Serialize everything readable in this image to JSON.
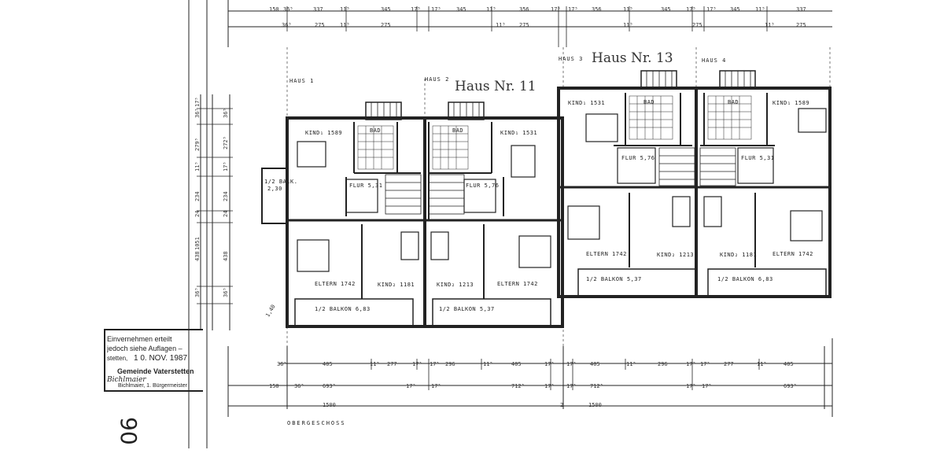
{
  "haus_labels": {
    "haus1": "HAUS 1",
    "haus2": "HAUS 2",
    "haus3": "HAUS 3",
    "haus4": "HAUS 4",
    "haus_nr_11": "Haus Nr. 11",
    "haus_nr_13": "Haus Nr. 13"
  },
  "floor_label": "OBERGESCHOSS",
  "top_dims_row1": [
    "150",
    "36⁵",
    "337",
    "11⁵",
    "345",
    "17⁵",
    "17⁵",
    "345",
    "11⁵",
    "356",
    "17⁵",
    "17⁵",
    "356",
    "11⁵",
    "345",
    "17⁵",
    "17⁵",
    "345",
    "11⁵",
    "337"
  ],
  "top_dims_row2": [
    "36⁵",
    "275",
    "11⁵",
    "275",
    "11⁵",
    "275",
    "11⁵",
    "275",
    "11⁵",
    "275"
  ],
  "bottom_dims_row1": [
    "36⁵",
    "405",
    "11⁵",
    "277",
    "17⁵",
    "17⁵",
    "296",
    "11⁵",
    "405",
    "17⁵",
    "17⁵",
    "405",
    "11⁵",
    "296",
    "17⁵",
    "17⁵",
    "277",
    "11⁵",
    "405"
  ],
  "bottom_dims_row2": [
    "150",
    "36⁵",
    "693⁵",
    "17⁵",
    "17⁵",
    "712⁵",
    "17⁵",
    "17⁵",
    "712⁵",
    "17⁵",
    "17⁵",
    "693⁵"
  ],
  "bottom_dims_row3": [
    "1500",
    "2",
    "1500"
  ],
  "left_dims": [
    "36⁵",
    "17⁵",
    "279⁵",
    "11⁵",
    "234",
    "24",
    "438",
    "36⁵",
    "1051"
  ],
  "left_dims_b": [
    "36⁵",
    "272⁵",
    "17⁵",
    "234",
    "24",
    "438",
    "36⁵"
  ],
  "height_note": "1,40",
  "rooms": {
    "h1_kind": "KIND₁ 1589",
    "h1_bad": "BAD",
    "h1_balk_side": "1/2 BALK.",
    "h1_balk_side_area": "2,30",
    "h1_flur": "FLUR 5,31",
    "h1_eltern": "ELTERN 1742",
    "h1_kind2": "KIND₂ 1181",
    "h1_balkon": "1/2 BALKON 6,83",
    "h2_bad": "BAD",
    "h2_kind": "KIND₁ 1531",
    "h2_flur": "FLUR 5,76",
    "h2_kind2": "KIND₂ 1213",
    "h2_eltern": "ELTERN 1742",
    "h2_balkon": "1/2 BALKON 5,37",
    "h3_kind": "KIND₁ 1531",
    "h3_bad": "BAD",
    "h3_flur": "FLUR 5,76",
    "h3_eltern": "ELTERN 1742",
    "h3_kind2": "KIND₂ 1213",
    "h3_balkon": "1/2 BALKON 5,37",
    "h4_bad": "BAD",
    "h4_kind": "KIND₁ 1589",
    "h4_flur": "FLUR 5,31",
    "h4_kind2": "KIND₂ 1181",
    "h4_eltern": "ELTERN 1742",
    "h4_balkon": "1/2 BALKON 6,83"
  },
  "stamp": {
    "line1": "Einvernehmen erteilt",
    "line2": "jedoch siehe Auflagen –",
    "line3_prefix": "stetten,",
    "line3_date": "1 0. NOV. 1987",
    "line4": "Gemeinde Vaterstetten",
    "line5": "Bichlmaier",
    "line6": "Bichlmaier, 1. Bürgermeister"
  },
  "page_number": "90",
  "colors": {
    "ink": "#222222",
    "paper": "#ffffff"
  }
}
